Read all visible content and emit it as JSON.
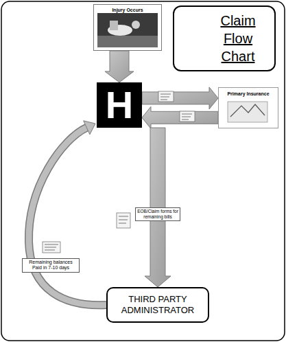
{
  "diagram": {
    "title": "Claim Flow Chart",
    "nodes": [
      {
        "text": [
          "Injury Occurs"
        ]
      },
      {
        "text": [
          "H"
        ]
      },
      {
        "text": [
          "Primary Insurance"
        ]
      },
      {
        "text": [
          "THIRD PARTY ADMINISTRATOR"
        ]
      }
    ],
    "edges": [
      {
        "from": 0,
        "to": 1,
        "arrow": "to"
      },
      {
        "from": 1,
        "to": 2,
        "arrow": "to"
      },
      {
        "from": 2,
        "to": 1,
        "arrow": "to"
      },
      {
        "from": 1,
        "to": 3,
        "arrow": "to",
        "label": "EOB/Claim forms for remaining bills"
      },
      {
        "from": 3,
        "to": 1,
        "arrow": "to",
        "label": "Remaining balances Paid in 7-10 days"
      }
    ]
  }
}
